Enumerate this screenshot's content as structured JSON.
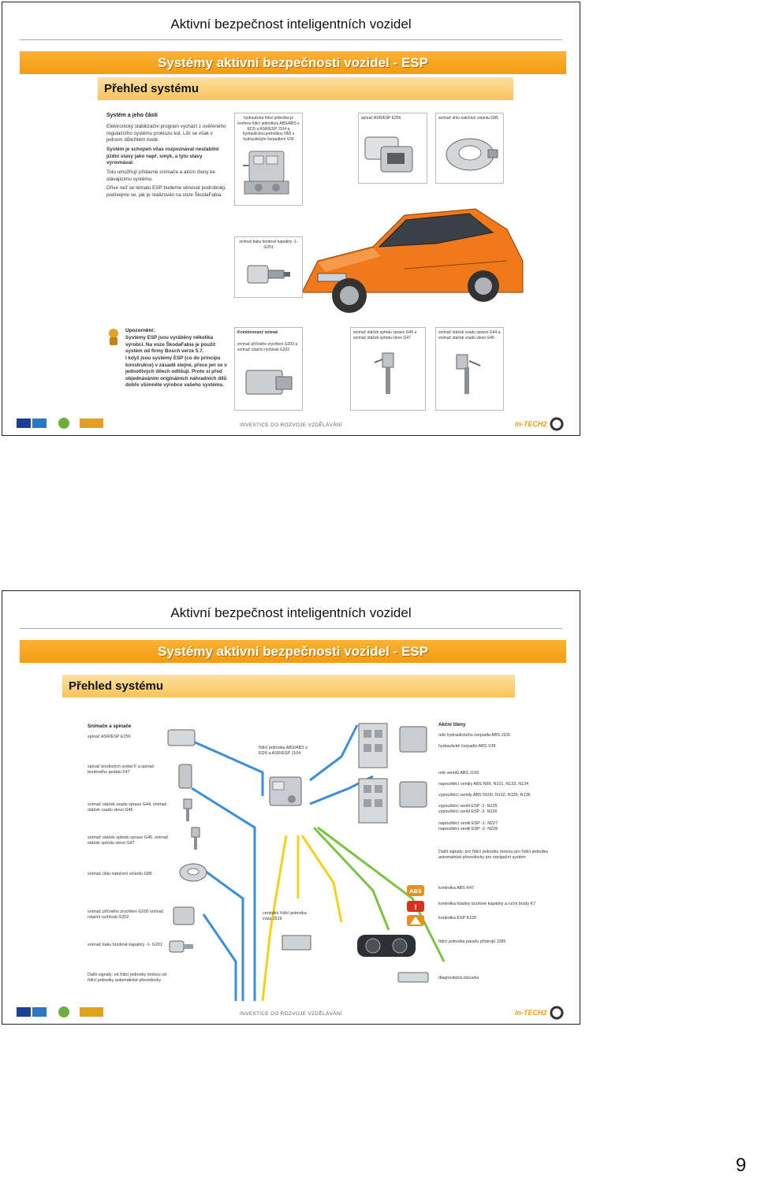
{
  "slide1": {
    "title": "Aktivní bezpečnost inteligentních vozidel",
    "banner": "Systémy aktivní bezpečnosti vozidel - ESP",
    "subbar": "Přehled systému",
    "left": {
      "heading": "Systém a jeho části",
      "p1": "Elektronický stabilizační program vychází z ověřeného regulačního systému prokluzu kol. Liší se však v jednom důležitém bodě.",
      "p2": "Systém je schopen včas rozpoznávat nestabilní jízdní stavy jako např. smyk, a tyto stavy vyrovnával.",
      "p3": "Toto umožňují přídavné snímače a akční členy ke stávajícímu systému.",
      "p4": "Dříve než se tématu ESP budeme věnovat podrobněji, podívejme se, jak je realizován na voze ŠkodaFabia."
    },
    "parts": {
      "hydraulic": "hydraulická řídicí jednotka je tvořena řídicí jednotkou ABS/ABS s EDS a ASR/ESP J104 a hydraulickou jednotkou N55 s hydraulickým čerpadlem V39",
      "asr_switch": "spínač ASR/ESP E256",
      "steering_sensor": "snímač úhlu natočení volantu G85",
      "pressure_sensor": "snímač tlaku brzdové kapaliny -1- G201",
      "combined_sensor": "snímač příčného zrychlení G200 a snímač rotační rychlosti G202",
      "combined_title": "Kombinovaný snímač",
      "front_wheel": "snímač otáček vpředu vpravo G45 a snímač otáček vpředu vlevo G47",
      "rear_wheel": "snímač otáček vzadu vpravo G44 a snímač otáček vzadu vlevo G46"
    },
    "warning": {
      "heading": "Upozornění:",
      "p1": "Systémy ESP jsou vyráběny několika výrobci. Na voze ŠkodaFabia je použit systém od firmy Bosch verze 5.7.",
      "p2": "I když jsou systémy ESP (co do principu konstrukce) v zásadě stejné, přece jen se v jednotlivých dílech odlišují. Proto si před objednáváním originálních náhradních dílů dobře všimněte výrobce vašeho systému."
    },
    "footer": "INVESTICE DO ROZVOJE VZDĚLÁVÁNÍ",
    "brand": "in-TECH2"
  },
  "slide2": {
    "title": "Aktivní bezpečnost inteligentních vozidel",
    "banner": "Systémy aktivní bezpečnosti vozidel - ESP",
    "subbar": "Přehled systému",
    "left_header": "Snímače a spínače",
    "left_items": [
      "spínač ASR/ESP E256",
      "spínač brzdových světel F a spínač brzdového pedálu F47",
      "snímač otáček vzadu vpravo G44, snímač otáček vzadu vlevo G46",
      "snímač otáček vpředu vpravo G45, snímač otáček vpředu vlevo G47",
      "snímač úhlu natočení volantu G85",
      "snímač příčného zrychlení G200 snímač rotační rychlosti G202",
      "snímač tlaku brzdové kapaliny -1- G201",
      "Další signály: od řídicí jednotky motoru od řídicí jednotky automatické převodovky"
    ],
    "center_items": [
      "řídicí jednotka ABS/ABS s EDS a ASR/ESP J104",
      "centrální řídicí jednotka vozu J519"
    ],
    "right_header": "Akční členy",
    "right_items": [
      "relé hydraulického čerpadla ABS J105",
      "hydraulické čerpadlo ABS V39",
      "relé ventilů ABS J106",
      "napouštěcí ventily ABS N99, N101, N133, N134",
      "vypouštěcí ventily ABS N100, N102, N135, N136",
      "vypouštěcí ventil ESP -1- N225 vypouštěcí ventil ESP -2- N226",
      "napouštěcí ventil ESP -1- N227 napouštěcí ventil ESP -2- N228",
      "Další signály: pro řídicí jednotku motoru pro řídicí jednotku automatické převodovky pro navigační systém",
      "kontrolka ABS K47",
      "kontrolka hladiny brzdové kapaliny a ruční brzdy K7",
      "kontrolka ESP K155",
      "řídicí jednotka panelu přístrojů J285",
      "diagnostická zásuvka"
    ],
    "footer": "INVESTICE DO ROZVOJE VZDĚLÁVÁNÍ",
    "brand": "in-TECH2"
  },
  "page_number": "9",
  "colors": {
    "orange": "#f39b12",
    "light_orange": "#f8c45a",
    "blue_line": "#3a8fd6",
    "yellow_line": "#f2d21b",
    "green_line": "#7cc243",
    "car": "#f07a1a"
  }
}
